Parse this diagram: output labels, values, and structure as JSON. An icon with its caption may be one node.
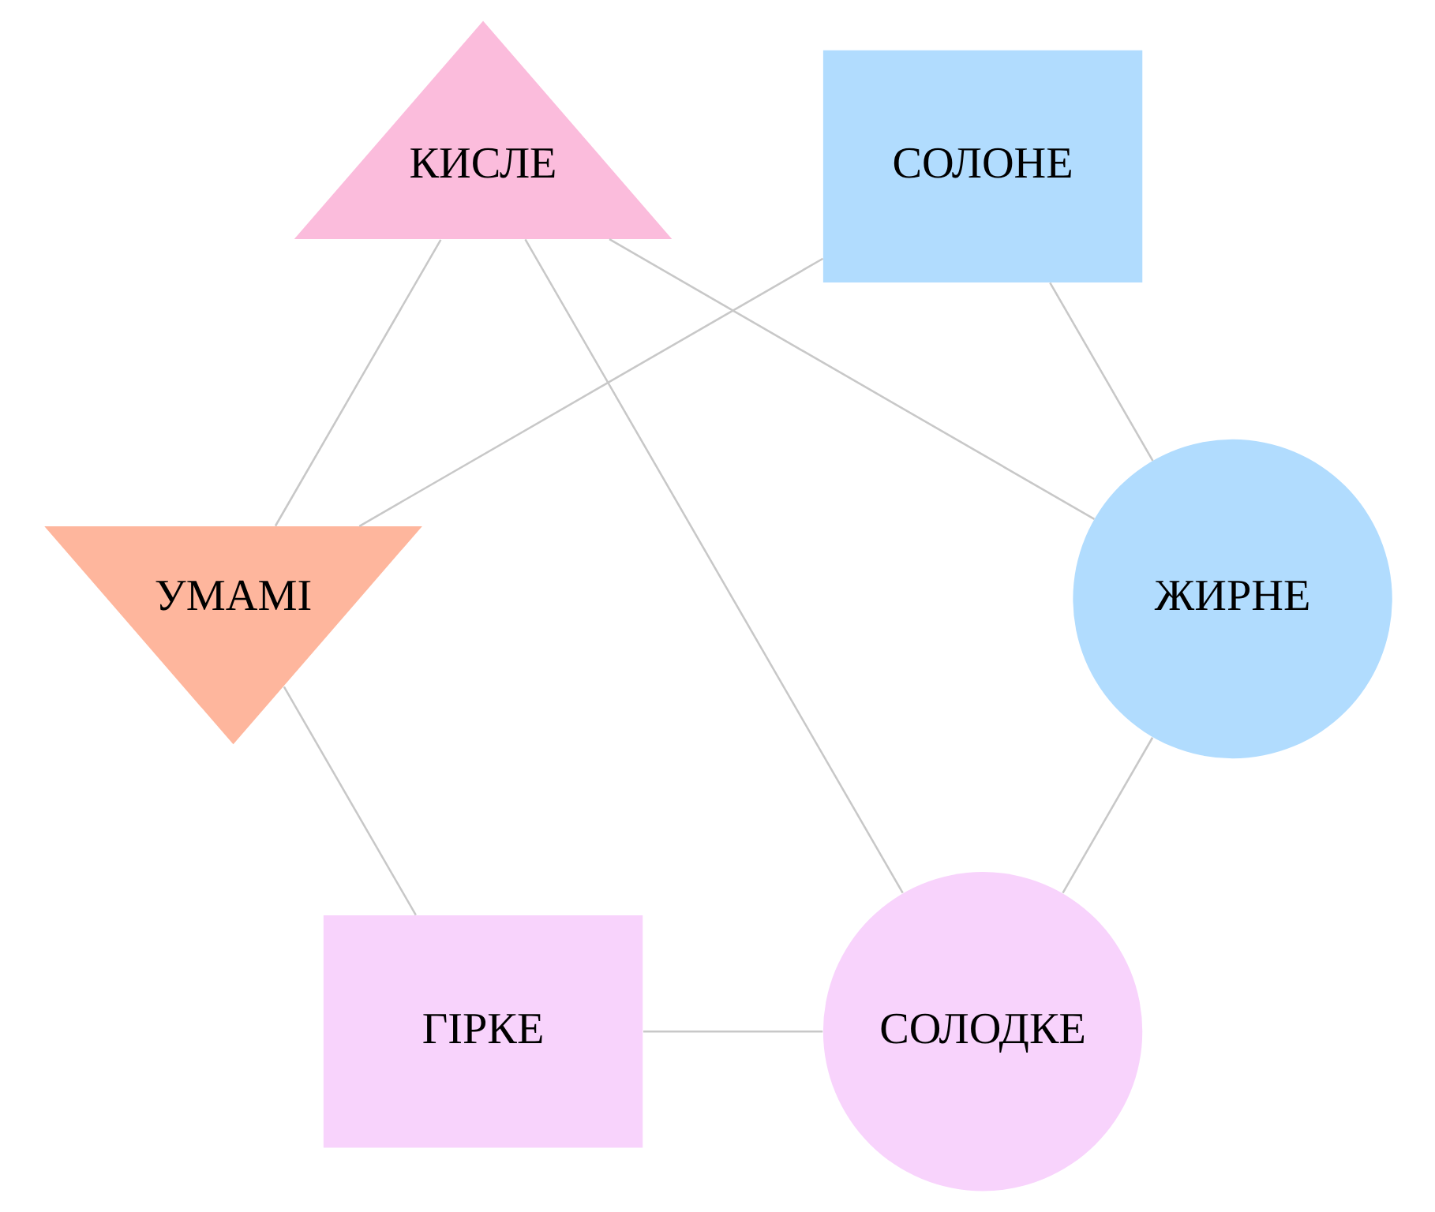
{
  "diagram": {
    "nodes": [
      {
        "text": [
          "КИСЛЕ"
        ]
      },
      {
        "text": [
          "ГІРКЕ"
        ]
      },
      {
        "text": [
          "СОЛОНЕ"
        ]
      },
      {
        "text": [
          "ЖИРНЕ"
        ]
      },
      {
        "text": [
          "СОЛОДКЕ"
        ]
      },
      {
        "text": [
          "УМАМІ"
        ]
      }
    ],
    "edges": [
      {
        "from": 1,
        "to": 5,
        "arrow": "none"
      },
      {
        "from": 1,
        "to": 4,
        "arrow": "none"
      },
      {
        "from": 0,
        "to": 3,
        "arrow": "none"
      },
      {
        "from": 0,
        "to": 4,
        "arrow": "none"
      },
      {
        "from": 0,
        "to": 5,
        "arrow": "none"
      },
      {
        "from": 2,
        "to": 3,
        "arrow": "none"
      },
      {
        "from": 2,
        "to": 5,
        "arrow": "none"
      },
      {
        "from": 3,
        "to": 4,
        "arrow": "none"
      }
    ]
  }
}
